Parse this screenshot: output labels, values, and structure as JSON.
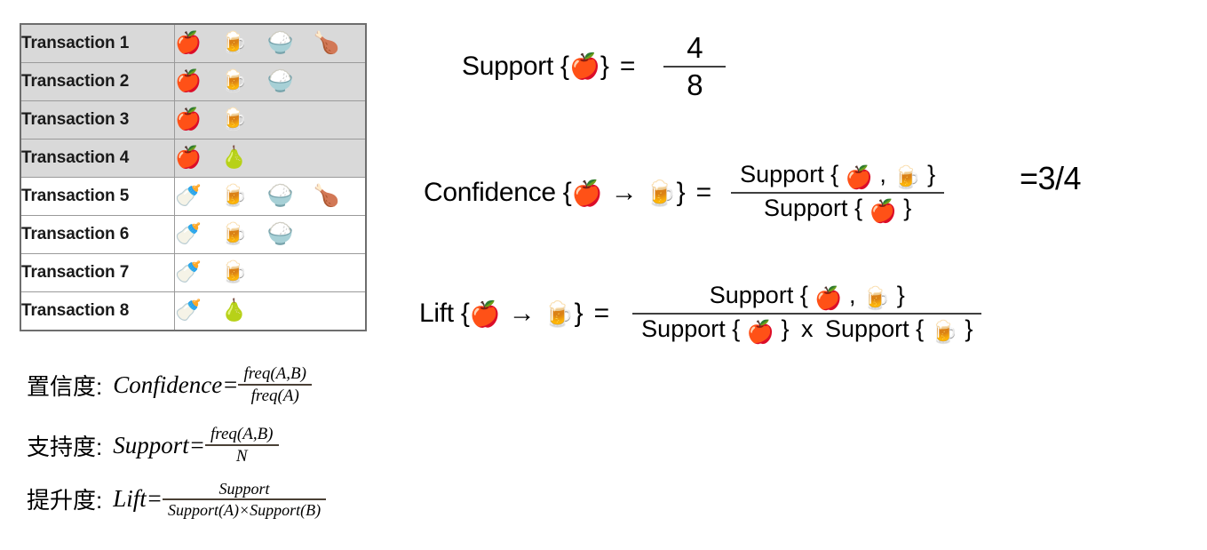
{
  "table": {
    "icons": {
      "apple": "🍎",
      "beer": "🍺",
      "rice": "🍚",
      "poultry": "🍗",
      "bottle": "🍼",
      "pear": "🍐"
    },
    "rows": [
      {
        "label": "Transaction 1",
        "shaded": true,
        "items": [
          "apple",
          "beer",
          "rice",
          "poultry"
        ]
      },
      {
        "label": "Transaction 2",
        "shaded": true,
        "items": [
          "apple",
          "beer",
          "rice"
        ]
      },
      {
        "label": "Transaction 3",
        "shaded": true,
        "items": [
          "apple",
          "beer"
        ]
      },
      {
        "label": "Transaction 4",
        "shaded": true,
        "items": [
          "apple",
          "pear"
        ]
      },
      {
        "label": "Transaction 5",
        "shaded": false,
        "items": [
          "bottle",
          "beer",
          "rice",
          "poultry"
        ]
      },
      {
        "label": "Transaction 6",
        "shaded": false,
        "items": [
          "bottle",
          "beer",
          "rice"
        ]
      },
      {
        "label": "Transaction 7",
        "shaded": false,
        "items": [
          "bottle",
          "beer"
        ]
      },
      {
        "label": "Transaction 8",
        "shaded": false,
        "items": [
          "bottle",
          "pear"
        ]
      }
    ]
  },
  "formulas": {
    "support": {
      "word": "Support",
      "open_brace": "{",
      "apple": "🍎",
      "close_brace": "}",
      "equals": "=",
      "numerator": "4",
      "denominator": "8"
    },
    "confidence": {
      "word": "Confidence",
      "open_brace": "{",
      "apple": "🍎",
      "arrow": "→",
      "beer": "🍺",
      "close_brace": "}",
      "equals": "=",
      "num_word": "Support",
      "num_open": "{",
      "num_apple": "🍎",
      "num_comma": ",",
      "num_beer": "🍺",
      "num_close": "}",
      "den_word": "Support",
      "den_open": "{",
      "den_apple": "🍎",
      "den_close": "}",
      "result": "=3/4"
    },
    "lift": {
      "word": "Lift",
      "open_brace": "{",
      "apple": "🍎",
      "arrow": "→",
      "beer": "🍺",
      "close_brace": "}",
      "equals": "=",
      "num_word": "Support",
      "num_open": "{",
      "num_apple": "🍎",
      "num_comma": ",",
      "num_beer": "🍺",
      "num_close": "}",
      "den_word_a": "Support",
      "den_open_a": "{",
      "den_apple": "🍎",
      "den_close_a": "}",
      "den_times": "x",
      "den_word_b": "Support",
      "den_open_b": "{",
      "den_beer": "🍺",
      "den_close_b": "}"
    }
  },
  "definitions": [
    {
      "cn_label": "置信度:",
      "term": "Confidence",
      "equals": "=",
      "numerator": "freq(A,B)",
      "denominator": "freq(A)"
    },
    {
      "cn_label": "支持度:",
      "term": "Support",
      "equals": "=",
      "numerator": "freq(A,B)",
      "denominator": "N"
    },
    {
      "cn_label": "提升度:",
      "term": "Lift",
      "equals": "=",
      "numerator": "Support",
      "denominator": "Support(A)×Support(B)"
    }
  ],
  "colors": {
    "shaded_row": "#d9d9d9",
    "table_border": "#6e6e6e",
    "cell_border": "#9a9a9a",
    "text": "#000000"
  }
}
